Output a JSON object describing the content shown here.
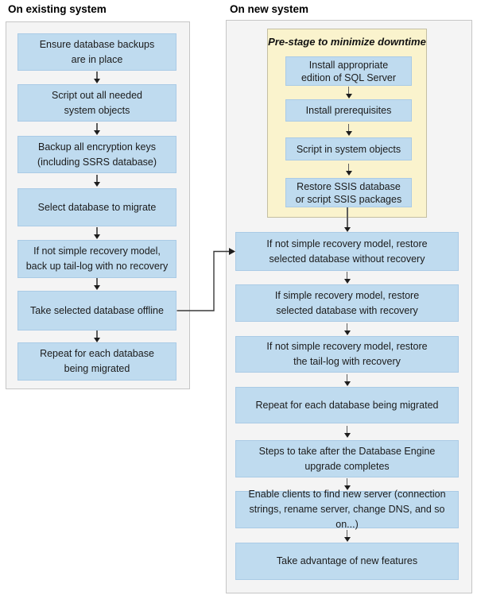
{
  "left_column": {
    "title": "On existing system",
    "boxes": [
      "Ensure database backups\nare in place",
      "Script out all needed\nsystem objects",
      "Backup all encryption keys\n(including SSRS database)",
      "Select database to migrate",
      "If not simple recovery model,\nback up tail-log with no recovery",
      "Take selected database offline",
      "Repeat for each database\nbeing migrated"
    ]
  },
  "right_column": {
    "title": "On new system",
    "prestage": {
      "title": "Pre-stage to minimize downtime",
      "boxes": [
        "Install appropriate\nedition of SQL Server",
        "Install prerequisites",
        "Script in system objects",
        "Restore SSIS database\nor script SSIS packages"
      ]
    },
    "boxes": [
      "If not simple recovery model, restore\nselected database without recovery",
      "If simple recovery model, restore\nselected database with recovery",
      "If not simple recovery model, restore\nthe tail-log with recovery",
      "Repeat for each database being migrated",
      "Steps to take after the Database Engine\nupgrade completes",
      "Enable clients to find new server (connection\nstrings, rename server, change DNS, and so on...)",
      "Take advantage of new features"
    ]
  },
  "connector": {
    "from": "Take selected database offline",
    "to": "If not simple recovery model, restore selected database without recovery"
  },
  "colors": {
    "step_fill": "#bfdbef",
    "prestage_fill": "#faf3cd",
    "panel_fill": "#f4f4f4",
    "arrow": "#1d1d1d"
  }
}
